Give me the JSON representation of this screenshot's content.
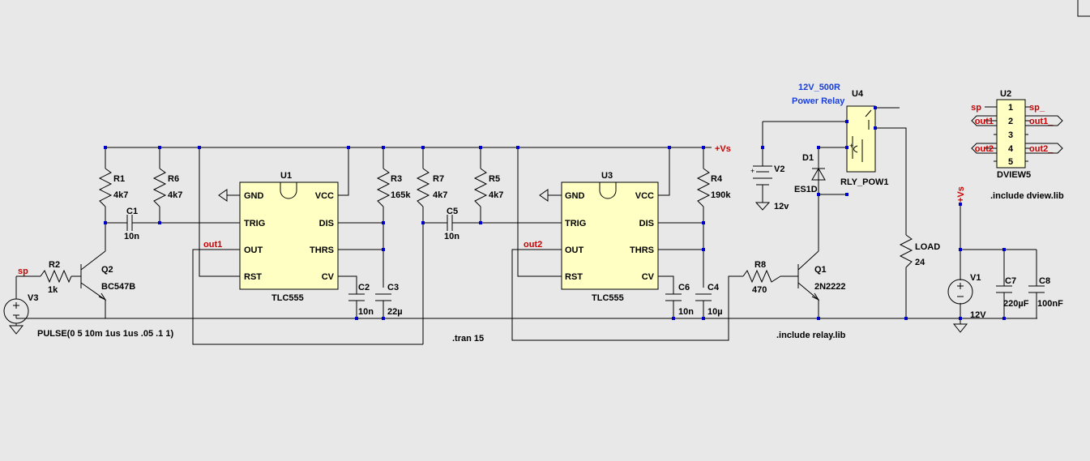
{
  "colors": {
    "background": "#e8e8e8",
    "wire": "#000000",
    "chip_fill": "#ffffc4",
    "net_label": "#cc0000",
    "node": "#0000cc",
    "relay_label": "#1a3fd6"
  },
  "supply_label": "+Vs",
  "ic_left": {
    "ref": "U1",
    "model": "TLC555",
    "pins": {
      "gnd": "GND",
      "trig": "TRIG",
      "out": "OUT",
      "rst": "RST",
      "vcc": "VCC",
      "dis": "DIS",
      "thrs": "THRS",
      "cv": "CV"
    }
  },
  "ic_right": {
    "ref": "U3",
    "model": "TLC555",
    "pins": {
      "gnd": "GND",
      "trig": "TRIG",
      "out": "OUT",
      "rst": "RST",
      "vcc": "VCC",
      "dis": "DIS",
      "thrs": "THRS",
      "cv": "CV"
    }
  },
  "components": {
    "r1": {
      "ref": "R1",
      "value": "4k7"
    },
    "r6": {
      "ref": "R6",
      "value": "4k7"
    },
    "c1": {
      "ref": "C1",
      "value": "10n"
    },
    "r2": {
      "ref": "R2",
      "value": "1k"
    },
    "q2": {
      "ref": "Q2",
      "value": "BC547B"
    },
    "v3": {
      "ref": "V3",
      "value": "PULSE(0 5 10m 1us 1us .05 .1 1)"
    },
    "r3": {
      "ref": "R3",
      "value": "165k"
    },
    "c2": {
      "ref": "C2",
      "value": "10n"
    },
    "c3": {
      "ref": "C3",
      "value": "22µ"
    },
    "r7": {
      "ref": "R7",
      "value": "4k7"
    },
    "r5": {
      "ref": "R5",
      "value": "4k7"
    },
    "c5": {
      "ref": "C5",
      "value": "10n"
    },
    "r4": {
      "ref": "R4",
      "value": "190k"
    },
    "c6": {
      "ref": "C6",
      "value": "10n"
    },
    "c4": {
      "ref": "C4",
      "value": "10µ"
    },
    "r8": {
      "ref": "R8",
      "value": "470"
    },
    "q1": {
      "ref": "Q1",
      "value": "2N2222"
    },
    "v2": {
      "ref": "V2",
      "value": "12v"
    },
    "d1": {
      "ref": "D1",
      "value": "ES1D"
    },
    "u4": {
      "ref": "U4",
      "value": "RLY_POW1",
      "title1": "12V_500R",
      "title2": "Power Relay"
    },
    "load": {
      "ref": "LOAD",
      "value": "24"
    },
    "v1": {
      "ref": "V1",
      "value": "12V"
    },
    "c7": {
      "ref": "C7",
      "value": "220µF"
    },
    "c8": {
      "ref": "C8",
      "value": "100nF"
    }
  },
  "nets": {
    "sp": "sp",
    "out1": "out1",
    "out2": "out2",
    "vs": "+Vs"
  },
  "directives": {
    "tran": ".tran 15",
    "relay_lib": ".include relay.lib",
    "dview_lib": ".include dview.lib"
  },
  "dview": {
    "ref": "U2",
    "model": "DVIEW5",
    "pins": [
      "1",
      "2",
      "3",
      "4",
      "5"
    ],
    "in": [
      "sp",
      "out1",
      "",
      "out2",
      ""
    ],
    "out": [
      "sp_",
      "out1_",
      "",
      "out2_",
      ""
    ]
  }
}
